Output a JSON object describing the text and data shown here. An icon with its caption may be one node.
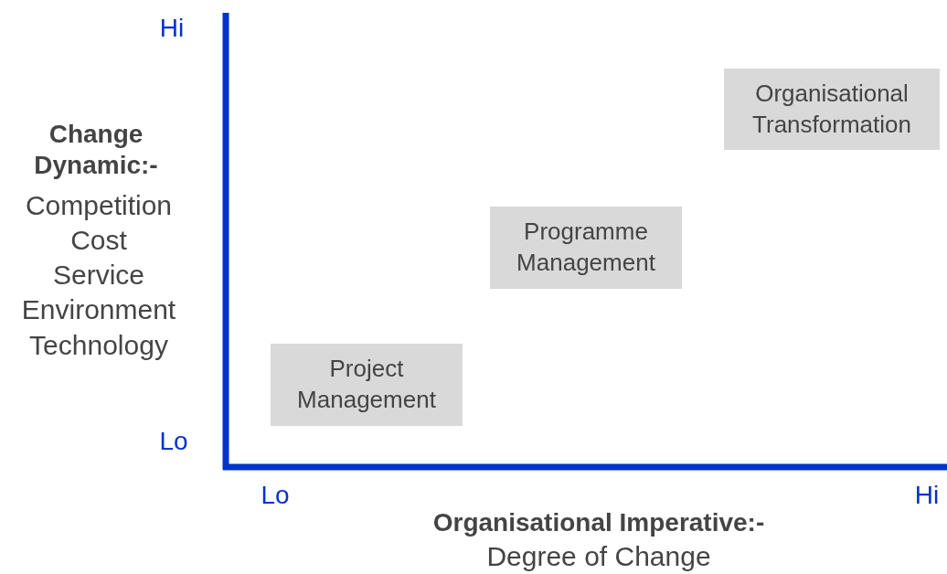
{
  "diagram": {
    "nodes": [
      {
        "text": [
          "Project Management"
        ]
      },
      {
        "text": [
          "Programme Management"
        ]
      },
      {
        "text": [
          "Organisational Transformation"
        ]
      }
    ],
    "labels": [
      "Hi",
      "Change Dynamic:-",
      "Competition",
      "Cost",
      "Service",
      "Environment",
      "Technology",
      "Lo",
      "Lo",
      "Hi",
      "Organisational Imperative:-",
      "Degree of Change"
    ]
  }
}
